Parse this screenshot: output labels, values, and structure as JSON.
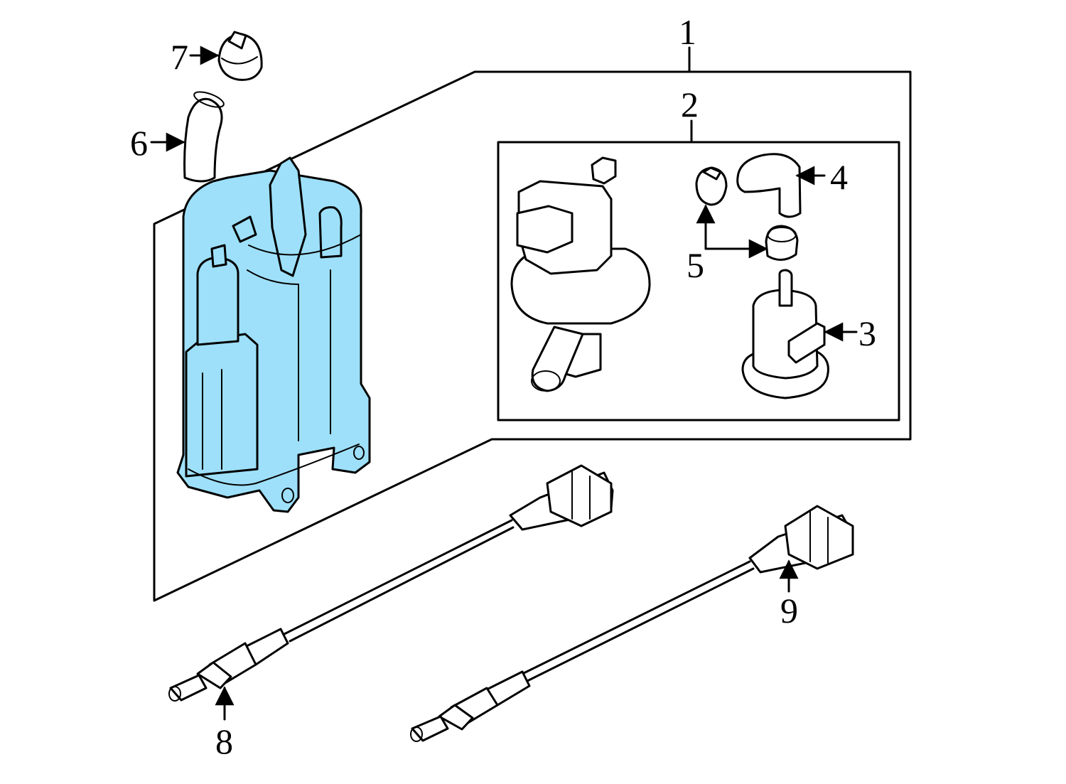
{
  "diagram": {
    "highlight_color": "#9EE0FA",
    "callouts": {
      "c1": "1",
      "c2": "2",
      "c3": "3",
      "c4": "4",
      "c5": "5",
      "c6": "6",
      "c7": "7",
      "c8": "8",
      "c9": "9"
    }
  }
}
